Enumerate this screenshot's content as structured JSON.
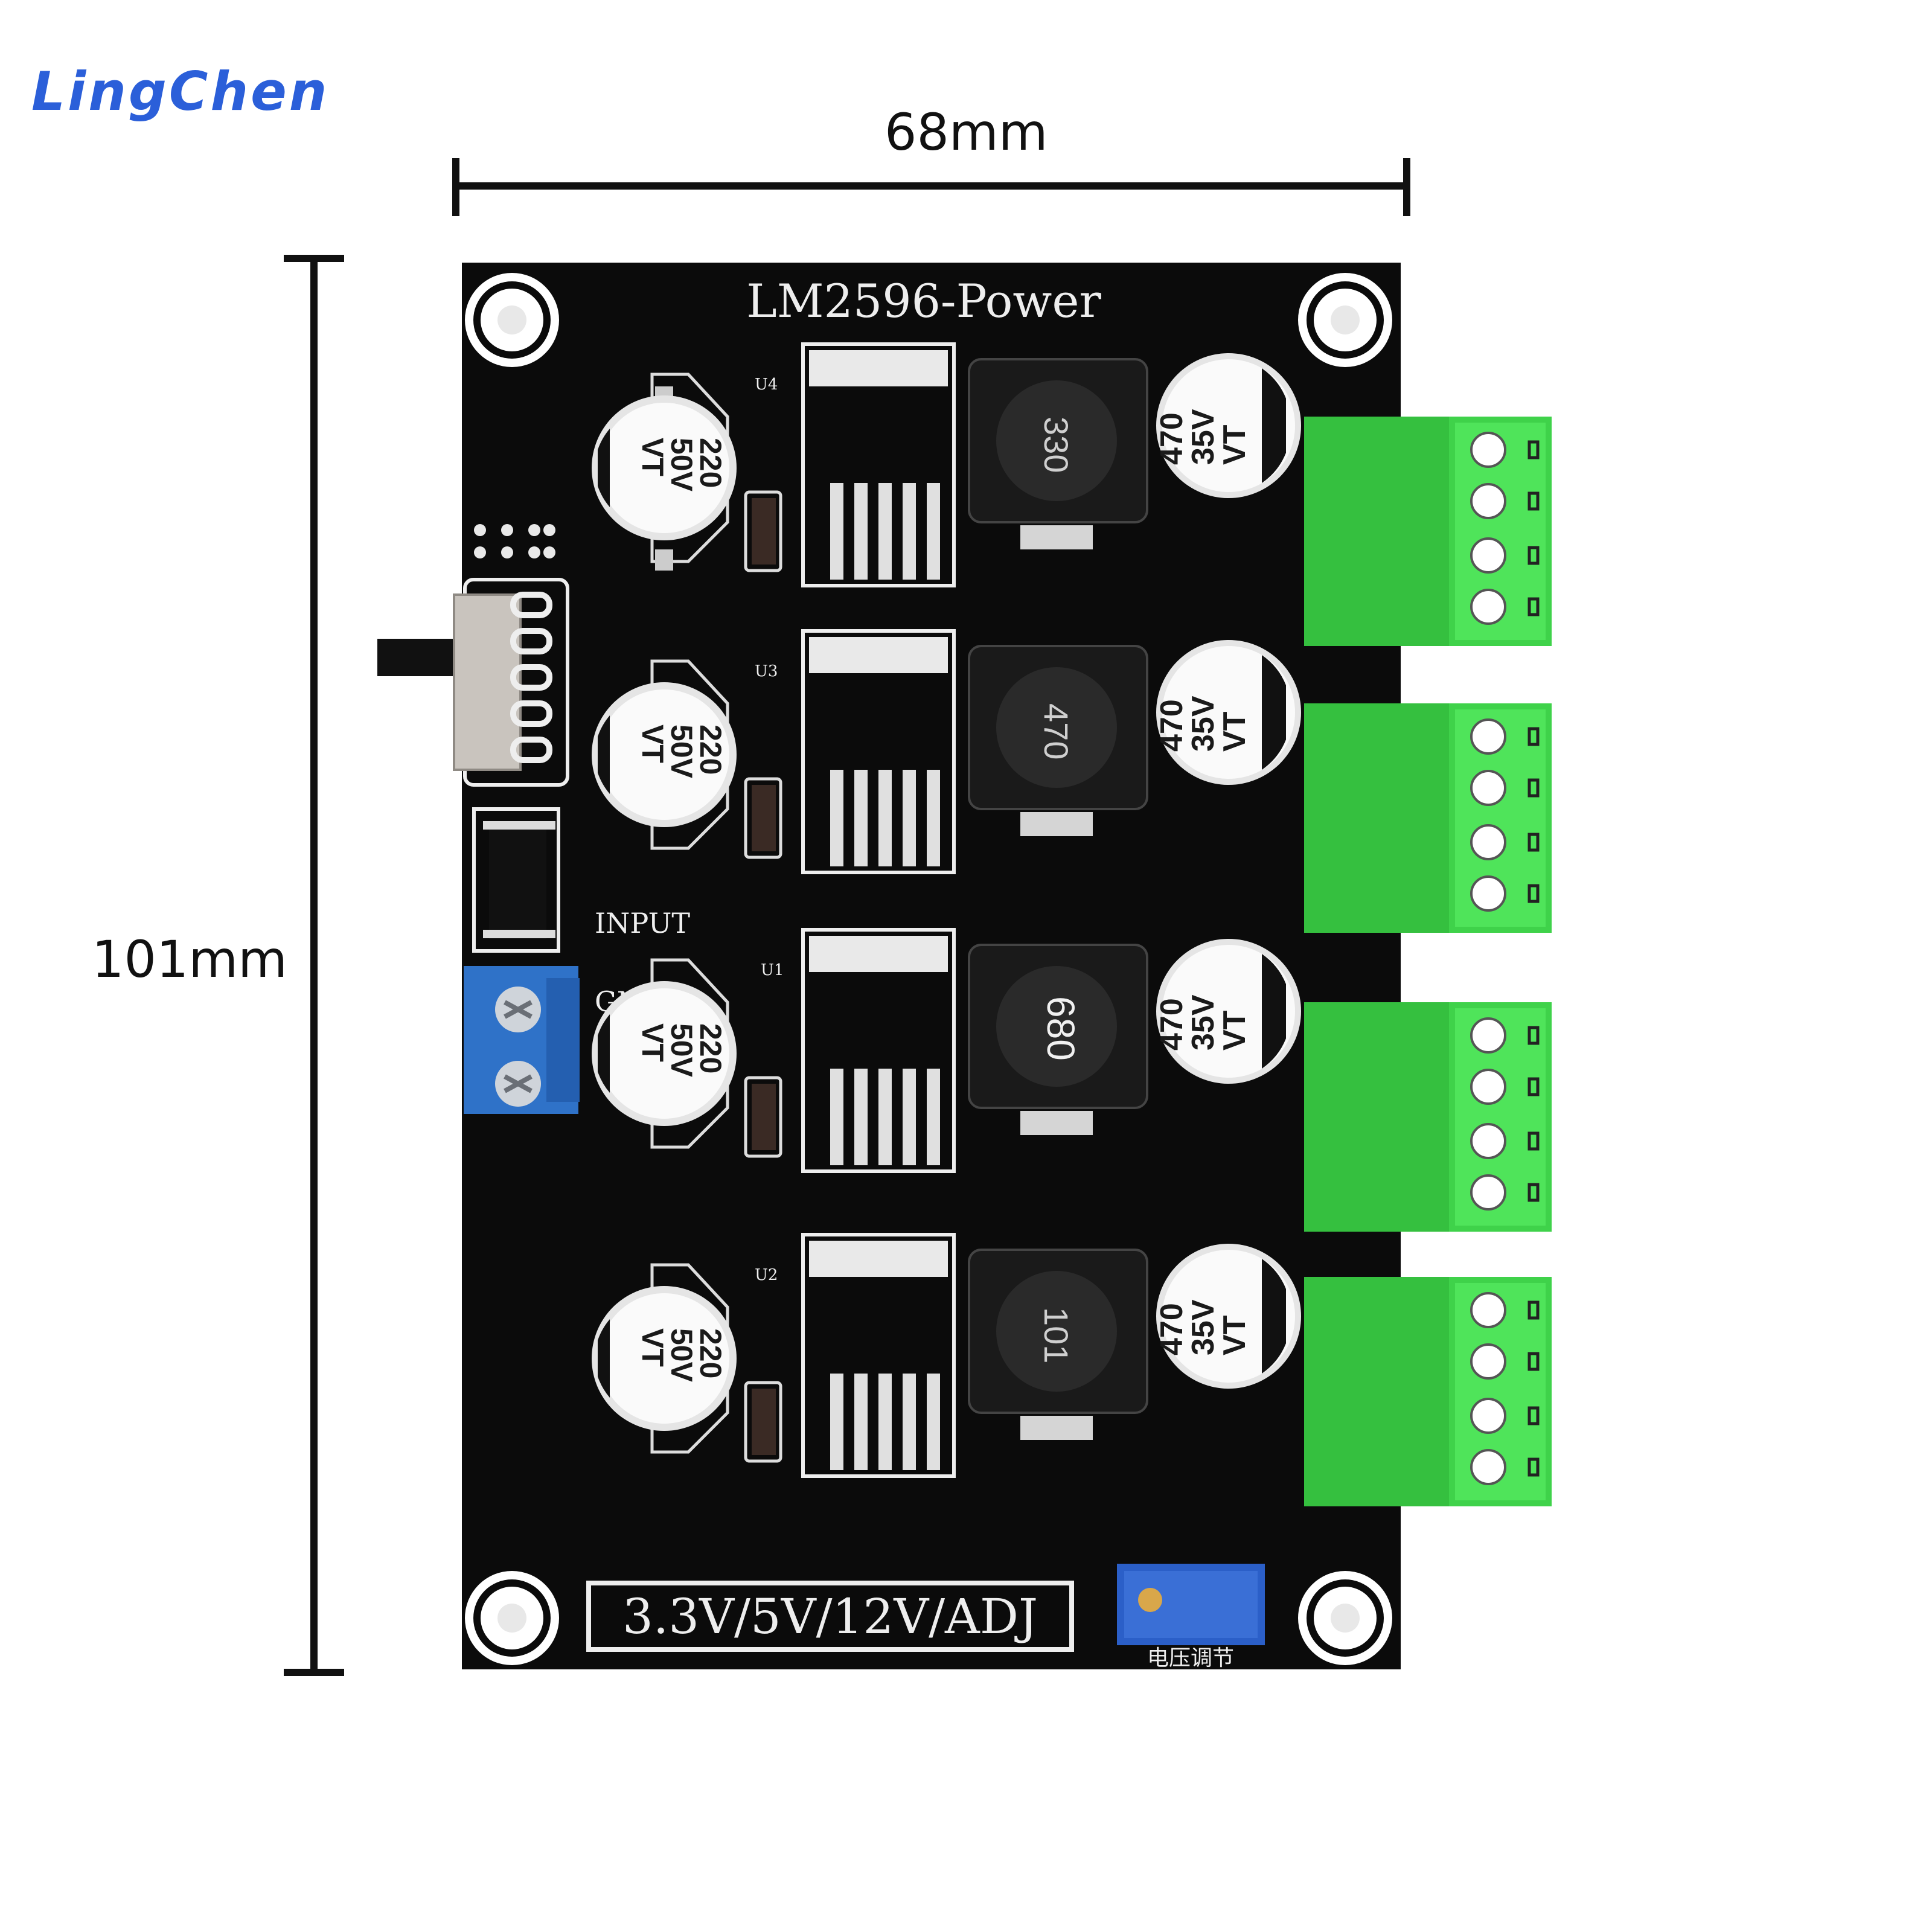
{
  "brand": {
    "name": "LingChen",
    "color": "#2b5fd9"
  },
  "dimensions": {
    "width_label": "68mm",
    "height_label": "101mm"
  },
  "board": {
    "title": "LM2596-Power",
    "voltage_label": "3.3V/5V/12V/ADJ",
    "input_label": "INPUT",
    "gnd_label": "GND",
    "pot_label": "电压调节",
    "pcb_color": "#0b0b0b",
    "terminal_green": "#3fd24a",
    "input_terminal_blue": "#2f72c8",
    "channels": [
      {
        "regulator": "U4",
        "inductor_code": "330",
        "input_cap": [
          "220",
          "50V",
          "VT"
        ],
        "output_cap": [
          "470",
          "35V",
          "VT"
        ]
      },
      {
        "regulator": "U3",
        "inductor_code": "470",
        "input_cap": [
          "220",
          "50V",
          "VT"
        ],
        "output_cap": [
          "470",
          "35V",
          "VT"
        ]
      },
      {
        "regulator": "U1",
        "inductor_code": "680",
        "input_cap": [
          "220",
          "50V",
          "VT"
        ],
        "output_cap": [
          "470",
          "35V",
          "VT"
        ]
      },
      {
        "regulator": "U2",
        "inductor_code": "101",
        "input_cap": [
          "220",
          "50V",
          "VT"
        ],
        "output_cap": [
          "470",
          "35V",
          "VT"
        ]
      }
    ]
  }
}
